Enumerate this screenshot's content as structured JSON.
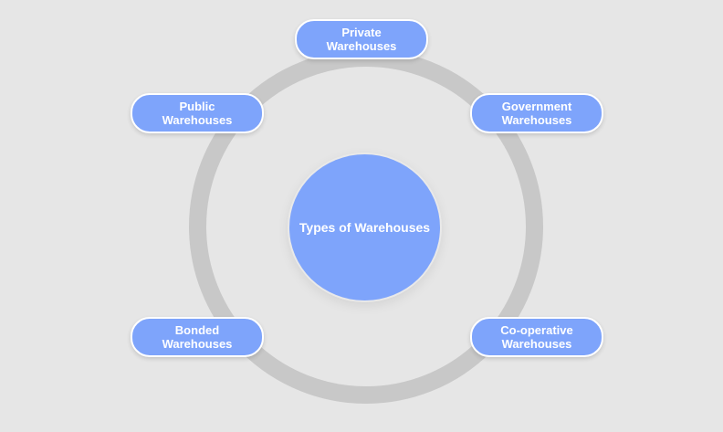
{
  "diagram": {
    "center": {
      "label": "Types of Warehouses"
    },
    "nodes": [
      {
        "line1": "Private",
        "line2": "Warehouses"
      },
      {
        "line1": "Public",
        "line2": "Warehouses"
      },
      {
        "line1": "Government",
        "line2": "Warehouses"
      },
      {
        "line1": "Bonded",
        "line2": "Warehouses"
      },
      {
        "line1": "Co-operative",
        "line2": "Warehouses"
      }
    ]
  },
  "colors": {
    "background": "#e6e6e6",
    "ring": "#c8c8c8",
    "node_fill": "#7ea4fb",
    "node_border": "#ffffff",
    "text": "#ffffff"
  }
}
